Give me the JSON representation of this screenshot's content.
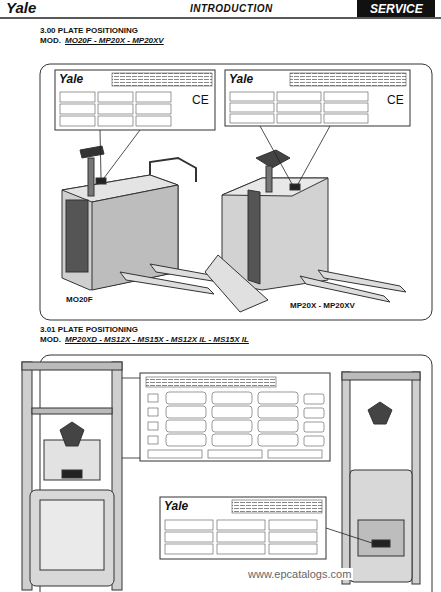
{
  "diagram": {
    "title": "INTRODUCTION",
    "nodes": [
      {
        "text": [
          "SERVICE"
        ]
      },
      {
        "text": [
          "Yale",
          "CE"
        ]
      },
      {
        "text": [
          "Yale",
          "CE"
        ]
      },
      {
        "text": [
          "Yale"
        ]
      }
    ],
    "labels": [
      "Yale",
      "3.00 PLATE POSITIONING",
      "MOD.",
      "MO20F - MP20X - MP20XV",
      "MO20F",
      "MP20X - MP20XV",
      "3.01 PLATE POSITIONING",
      "MOD.",
      "MP20XD - MS12X - MS15X - MS12X IL - MS15X IL",
      "www.epcatalogs.com"
    ]
  }
}
